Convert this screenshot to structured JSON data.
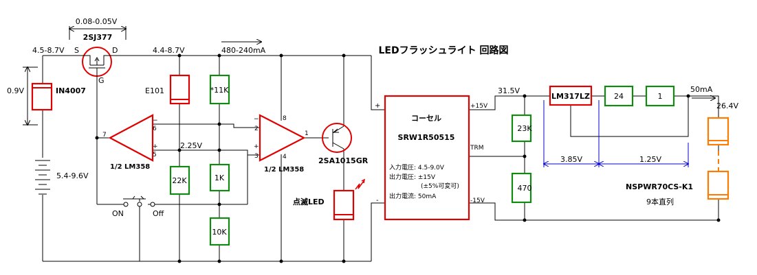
{
  "title": "LEDフラッシュライト 回路図",
  "voltages": {
    "sd_drop": "0.08-0.05V",
    "source_in": "4.5-8.7V",
    "drain_out": "4.4-8.7V",
    "current_in": "480-240mA",
    "diode_drop": "0.9V",
    "battery": "5.4-9.6V",
    "ref": "2.25V",
    "dcdc_out": "31.5V",
    "reg_drop": "3.85V",
    "ref_drop": "1.25V",
    "led_current": "50mA",
    "led_voltage": "26.4V"
  },
  "components": {
    "fet": "2SJ377",
    "fet_s": "S",
    "fet_d": "D",
    "fet_g": "G",
    "diode": "IN4007",
    "ref_diode": "E101",
    "r_11k": "*11K",
    "r_22k": "22K",
    "r_1k": "1K",
    "r_10k": "10K",
    "opamp1": "1/2 LM358",
    "opamp2": "1/2 LM358",
    "transistor": "2SA1015GR",
    "led": "点滅LED",
    "r_23k": "23K",
    "r_470": "470",
    "regulator": "LM317LZ",
    "r_24": "24",
    "r_1": "1",
    "led_string": "NSPWR70CS-K1",
    "led_string_note": "9本直列",
    "switch_on": "ON",
    "switch_off": "Off"
  },
  "pins": {
    "op1_out": "7",
    "op1_neg": "6",
    "op1_pos": "5",
    "op2_neg": "2",
    "op2_pos": "3",
    "op2_out": "1",
    "op2_vcc": "8",
    "op2_gnd": "4",
    "plus": "+",
    "minus": "−"
  },
  "module": {
    "maker": "コーセル",
    "model": "SRW1R50515",
    "in_v": "入力電圧: 4.5-9.0V",
    "out_v": "出力電圧: ±15V",
    "out_adj": "(±5%可変可)",
    "out_i": "出力電流: 50mA",
    "trm": "TRM",
    "pin_in_plus": "+",
    "pin_in_minus": "-",
    "pin_out_plus": "+15V",
    "pin_out_minus": "-15V"
  },
  "colors": {
    "wire": "#000000",
    "highlight": "#e00000",
    "resistor": "#118811",
    "led": "#ff7a00",
    "dimension": "#0000cc"
  }
}
